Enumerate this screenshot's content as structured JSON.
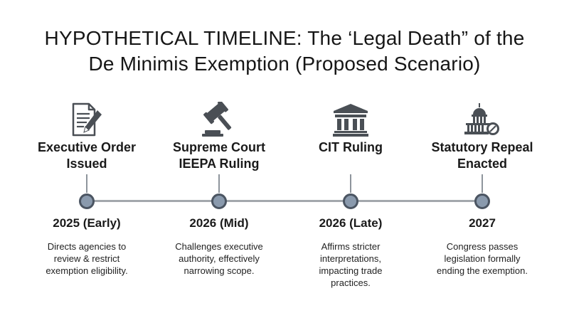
{
  "title": {
    "line1": "HYPOTHETICAL TIMELINE: The ‘Legal Death” of the",
    "line2": "De Minimis Exemption (Proposed Scenario)"
  },
  "milestones": [
    {
      "icon": "document-pen-icon",
      "heading": [
        "Executive Order",
        "Issued"
      ],
      "date": "2025 (Early)",
      "description": [
        "Directs agencies to",
        "review & restrict",
        "exemption eligibility."
      ]
    },
    {
      "icon": "gavel-icon",
      "heading": [
        "Supreme Court",
        "IEEPA Ruling"
      ],
      "date": "2026 (Mid)",
      "description": [
        "Challenges executive",
        "authority, effectively",
        "narrowing scope."
      ]
    },
    {
      "icon": "courthouse-icon",
      "heading": [
        "CIT Ruling"
      ],
      "date": "2026 (Late)",
      "description": [
        "Affirms stricter",
        "interpretations,",
        "impacting trade",
        "practices."
      ]
    },
    {
      "icon": "capitol-prohibited-icon",
      "heading": [
        "Statutory Repeal",
        "Enacted"
      ],
      "date": "2027",
      "description": [
        "Congress passes",
        "legislation formally",
        "ending the exemption."
      ]
    }
  ],
  "colors": {
    "line": "#a3a8ad",
    "node_fill": "#8a9aad",
    "node_ring": "#4b5562",
    "icon": "#4a4f55"
  }
}
